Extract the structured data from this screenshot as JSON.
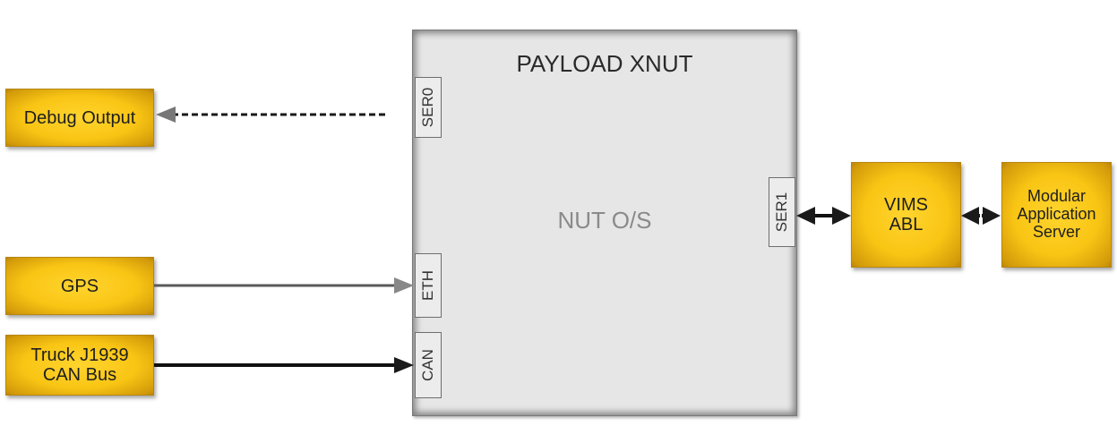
{
  "diagram": {
    "xnut": {
      "title": "PAYLOAD XNUT",
      "os": "NUT O/S"
    },
    "ports": {
      "ser0": "SER0",
      "eth": "ETH",
      "can": "CAN",
      "ser1": "SER1"
    },
    "boxes": {
      "debug": {
        "label": "Debug Output"
      },
      "gps": {
        "label": "GPS"
      },
      "truck": {
        "lines": [
          "Truck J1939",
          "CAN Bus"
        ]
      },
      "vims": {
        "lines": [
          "VIMS",
          "ABL"
        ]
      },
      "mas": {
        "lines": [
          "Modular",
          "Application",
          "Server"
        ]
      }
    }
  },
  "colors": {
    "box_fill": "#f9c514",
    "box_edge": "#d29a0a",
    "xnut_fill": "#e6e6e6",
    "arrow_dark": "#1a1a1a",
    "arrow_gray": "#6b6b6b"
  }
}
